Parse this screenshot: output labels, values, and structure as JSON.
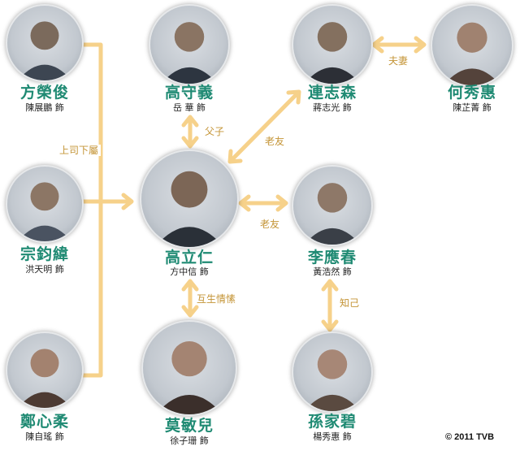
{
  "characters": {
    "fong": {
      "name": "方榮俊",
      "actor": "陳展鵬 飾"
    },
    "ko_sau": {
      "name": "高守義",
      "actor": "岳 華 飾"
    },
    "lin": {
      "name": "連志森",
      "actor": "蔣志光 飾"
    },
    "ho": {
      "name": "何秀惠",
      "actor": "陳芷菁 飾"
    },
    "chung": {
      "name": "宗鈞緯",
      "actor": "洪天明 飾"
    },
    "ko_lap": {
      "name": "高立仁",
      "actor": "方中信 飾"
    },
    "lee": {
      "name": "李應春",
      "actor": "黃浩然 飾"
    },
    "cheng": {
      "name": "鄭心柔",
      "actor": "陳自瑤 飾"
    },
    "mok": {
      "name": "莫敏兒",
      "actor": "徐子珊 飾"
    },
    "suen": {
      "name": "孫家碧",
      "actor": "楊秀惠 飾"
    }
  },
  "relations": {
    "superior": "上司下屬",
    "father_son": "父子",
    "old_friend_lin": "老友",
    "couple": "夫妻",
    "old_friend_lee": "老友",
    "mutual": "互生情愫",
    "confidant": "知己"
  },
  "copyright": "© 2011 TVB",
  "colors": {
    "name": "#1f8a73",
    "arrow": "#f6d18a",
    "relation_text": "#c49436"
  },
  "icons": [
    "person-silhouette-icon",
    "double-arrow-icon"
  ]
}
